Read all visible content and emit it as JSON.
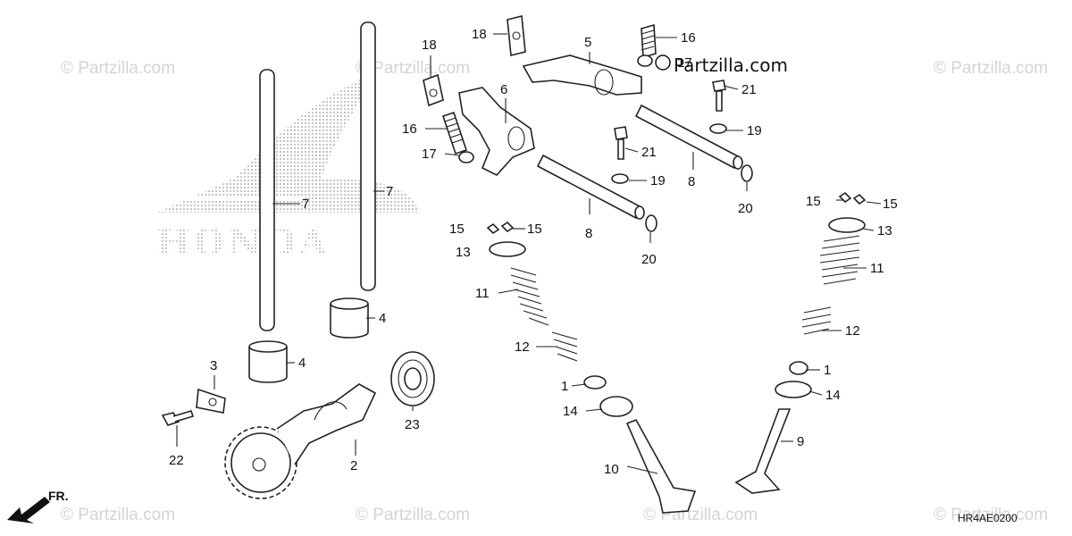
{
  "watermark": {
    "text": "© Partzilla.com",
    "brand": "Partzilla.com",
    "brand_symbol": "©"
  },
  "logo_text": "HONDA",
  "diagram_code": "HR4AE0200",
  "direction_label": "FR.",
  "callouts": {
    "c1a": "1",
    "c1b": "1",
    "c2": "2",
    "c3": "3",
    "c4a": "4",
    "c4b": "4",
    "c5": "5",
    "c6": "6",
    "c7a": "7",
    "c7b": "7",
    "c8a": "8",
    "c8b": "8",
    "c9": "9",
    "c10": "10",
    "c11a": "11",
    "c11b": "11",
    "c12a": "12",
    "c12b": "12",
    "c13a": "13",
    "c13b": "13",
    "c14a": "14",
    "c14b": "14",
    "c15a": "15",
    "c15b": "15",
    "c15c": "15",
    "c15d": "15",
    "c16a": "16",
    "c16b": "16",
    "c17a": "17",
    "c17b": "17",
    "c18a": "18",
    "c18b": "18",
    "c19a": "19",
    "c19b": "19",
    "c20a": "20",
    "c20b": "20",
    "c21a": "21",
    "c21b": "21",
    "c22": "22",
    "c23": "23"
  },
  "colors": {
    "line": "#222222",
    "watermark": "#d4d4d4",
    "logo_dots": "#b5b5b5"
  }
}
